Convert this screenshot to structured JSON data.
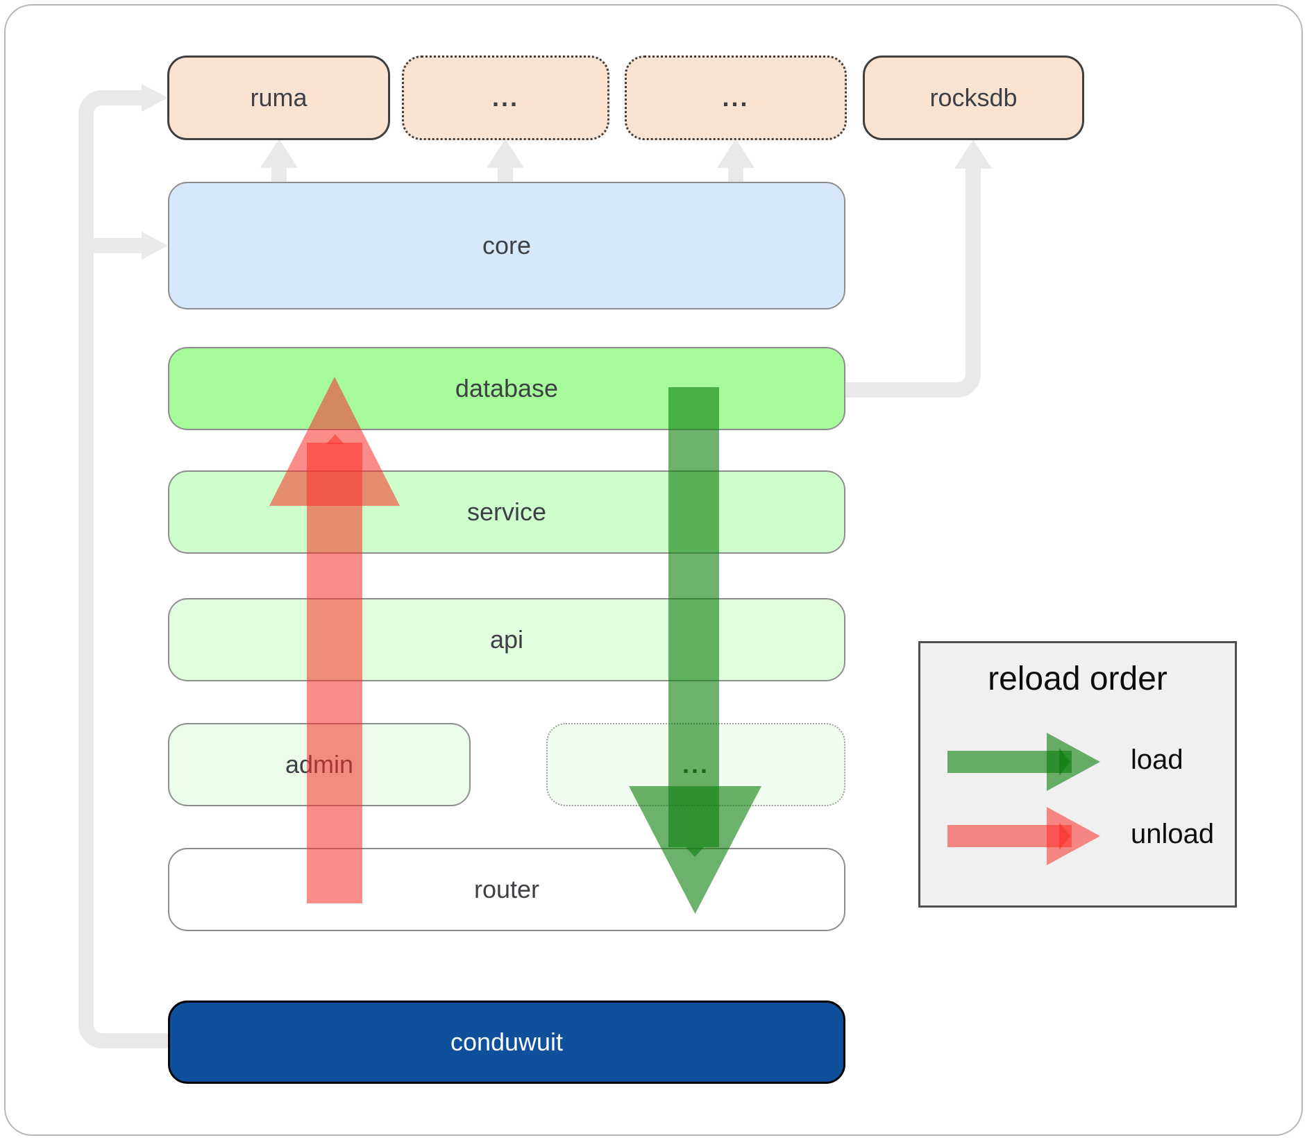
{
  "diagram": {
    "title_implicit": "conduwuit crate architecture",
    "top_row": {
      "ruma": "ruma",
      "dots1": "...",
      "dots2": "...",
      "rocksdb": "rocksdb"
    },
    "layers": {
      "core": "core",
      "database": "database",
      "service": "service",
      "api": "api",
      "admin": "admin",
      "dots_mid": "...",
      "router": "router",
      "conduwuit": "conduwuit"
    },
    "legend": {
      "title": "reload order",
      "load_label": "load",
      "unload_label": "unload"
    },
    "colors": {
      "peach_box": "#fbe3d2",
      "core_blue": "#d6e8f9",
      "database_green": "#a6fb9b",
      "service_green": "#cdfecb",
      "api_green": "#e0fede",
      "admin_green": "#ebfdea",
      "dots_mid_green": "#f2fdf1",
      "router_white": "#ffffff",
      "conduwuit_navy": "#0f509d",
      "load_arrow_green": "#0a7d0a",
      "unload_arrow_red": "#fa2d28",
      "connector_gray": "#e9e9e9",
      "legend_bg": "#f0f0f0"
    }
  }
}
